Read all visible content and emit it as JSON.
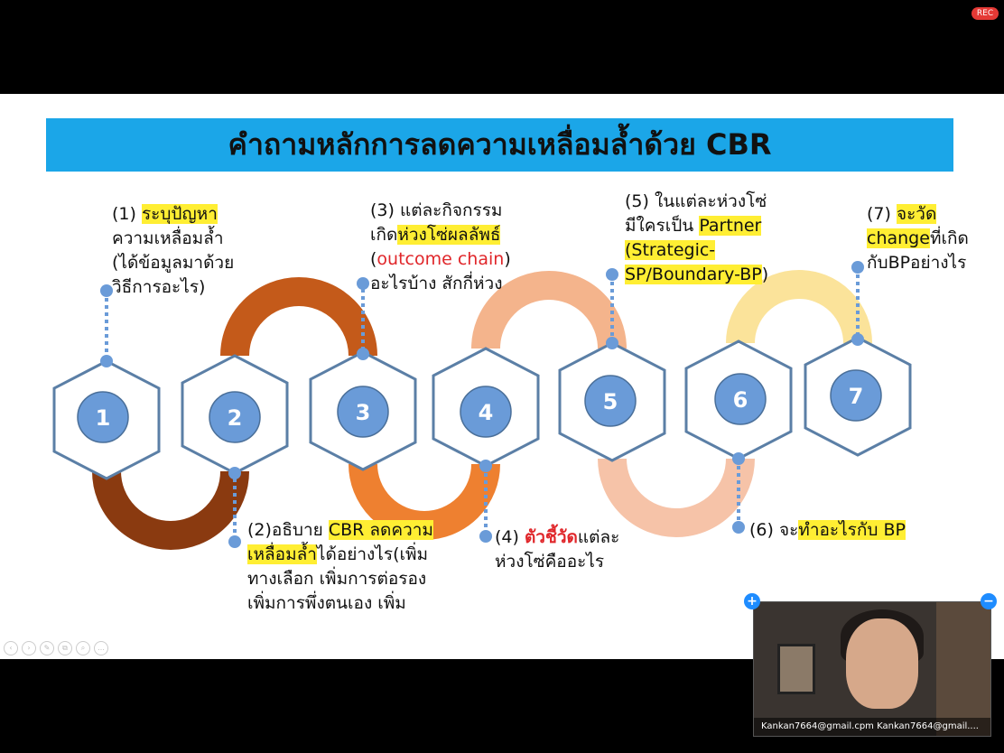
{
  "recording_badge": "REC",
  "slide": {
    "title": "คำถามหลักการลดความเหลื่อมล้ำด้วย CBR",
    "steps": [
      "1",
      "2",
      "3",
      "4",
      "5",
      "6",
      "7"
    ],
    "note1": {
      "prefix": "(1) ",
      "highlight": "ระบุปัญหา",
      "line2": "ความเหลื่อมล้ำ",
      "line3": "(ได้ข้อมูลมาด้วย",
      "line4": "วิธีการอะไร)"
    },
    "note2": {
      "prefix": "(2)อธิบาย ",
      "highlight1": "CBR ลดความ",
      "highlight2": "เหลื่อมล้ำ",
      "rest2": "ได้อย่างไร(เพิ่ม",
      "line3": "ทางเลือก เพิ่มการต่อรอง",
      "line4": "เพิ่มการพึ่งตนเอง เพิ่ม"
    },
    "note3": {
      "line1": "(3) แต่ละกิจกรรม",
      "pre2": "เกิด",
      "highlight": "ห่วงโซ่ผลลัพธ์",
      "open3": "(",
      "red": "outcome chain",
      "close3": ")",
      "line4": "อะไรบ้าง สักกี่ห่วง"
    },
    "note4": {
      "prefix": "(4) ",
      "red": "ตัวชี้วัด",
      "rest": "แต่ละ",
      "line2": "ห่วงโซ่คืออะไร"
    },
    "note5": {
      "line1": "(5) ในแต่ละห่วงโซ่",
      "pre2": "มีใครเป็น ",
      "highlight1": "Partner",
      "highlight2": "(Strategic-",
      "highlight3": "SP/Boundary-BP",
      "close3": ")"
    },
    "note6": {
      "prefix": "(6) จะ",
      "highlight": "ทำอะไรกับ BP"
    },
    "note7": {
      "prefix": "(7) ",
      "highlight1": "จะวัด",
      "highlight2": "change",
      "rest2": "ที่เกิด",
      "line3": "กับBPอย่างไร"
    },
    "nav_icons": [
      "‹",
      "›",
      "✎",
      "⧉",
      "⌕",
      "…"
    ]
  },
  "video": {
    "participant_label": "Kankan7664@gmail.cpm Kankan7664@gmail....",
    "add_icon": "+",
    "minimize_icon": "−"
  },
  "colors": {
    "title_bar": "#1ba6e8",
    "hexagon_stroke": "#5b7fa6",
    "circle_fill": "#6a9bd8",
    "arc1": "#8a3a10",
    "arc2": "#c45a1a",
    "arc3": "#ee8030",
    "arc4": "#f4b48c",
    "arc5": "#f6c3a8",
    "arc6": "#fbe39a",
    "highlight": "#ffee33",
    "red_text": "#e0262a"
  }
}
